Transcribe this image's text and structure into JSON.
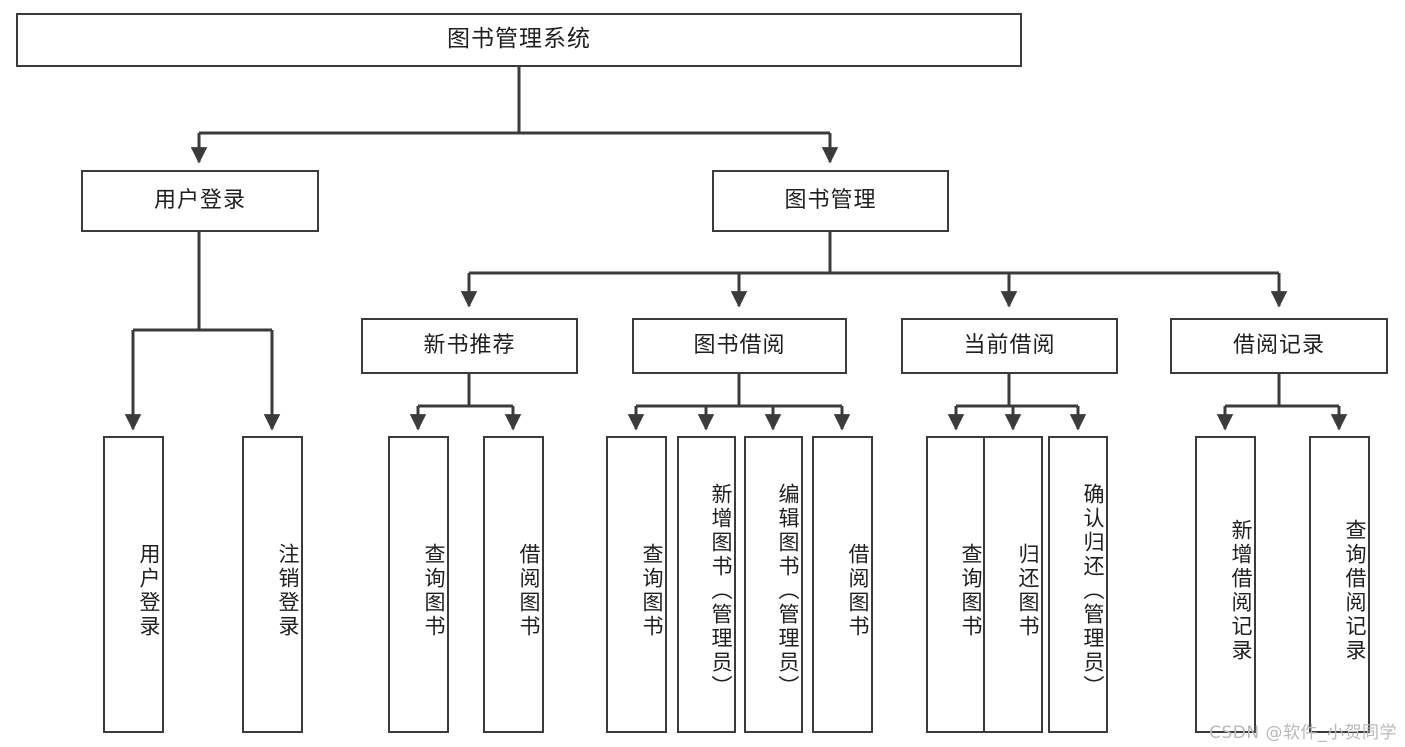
{
  "diagram": {
    "title": "图书管理系统",
    "type": "tree-hierarchy",
    "watermark": "CSDN @软件_小贺同学",
    "colors": {
      "stroke": "#3b3b3b",
      "fill": "#ffffff",
      "text": "#1f1f1f",
      "watermark": "#b9b9b9"
    },
    "root": {
      "label": "图书管理系统"
    },
    "level2": [
      {
        "label": "用户登录"
      },
      {
        "label": "图书管理"
      }
    ],
    "level3": [
      {
        "label": "新书推荐"
      },
      {
        "label": "图书借阅"
      },
      {
        "label": "当前借阅"
      },
      {
        "label": "借阅记录"
      }
    ],
    "leaves": {
      "user_login": [
        {
          "label": "用户登录"
        },
        {
          "label": "注销登录"
        }
      ],
      "new_book_recommend": [
        {
          "label": "查询图书"
        },
        {
          "label": "借阅图书"
        }
      ],
      "book_borrow": [
        {
          "label": "查询图书"
        },
        {
          "label": "新增图书（管理员）"
        },
        {
          "label": "编辑图书（管理员）"
        },
        {
          "label": "借阅图书"
        }
      ],
      "current_borrow": [
        {
          "label": "查询图书"
        },
        {
          "label": "归还图书"
        },
        {
          "label": "确认归还（管理员）"
        }
      ],
      "borrow_record": [
        {
          "label": "新增借阅记录"
        },
        {
          "label": "查询借阅记录"
        }
      ]
    }
  }
}
